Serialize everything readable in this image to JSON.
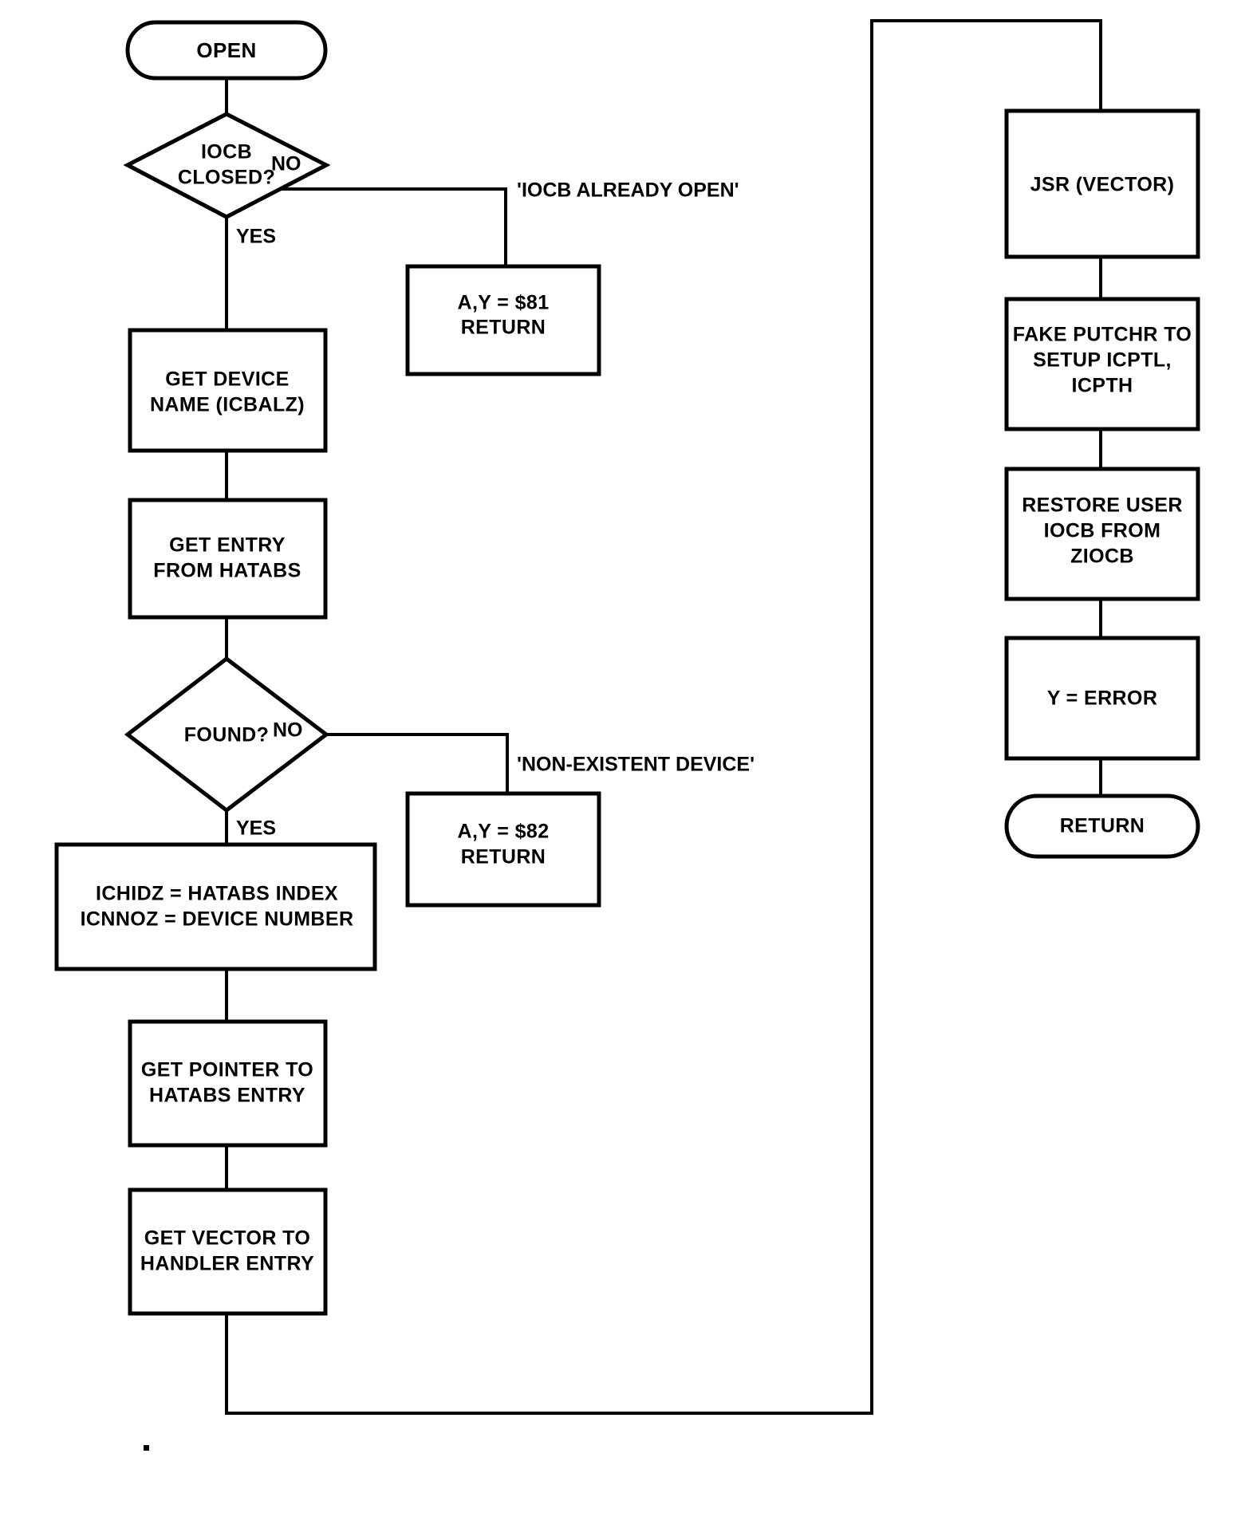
{
  "diagram": {
    "title": "OPEN",
    "type": "flowchart",
    "orientation": "two-column",
    "colors": {
      "stroke": "#000000",
      "fill": "#ffffff",
      "text": "#000000"
    }
  },
  "nodes": {
    "start": {
      "shape": "terminal",
      "label": "OPEN"
    },
    "d1": {
      "shape": "decision",
      "line1": "IOCB",
      "line2": "CLOSED?"
    },
    "err1": {
      "shape": "process",
      "line1": "A,Y =  $81",
      "line2": "RETURN"
    },
    "p1": {
      "shape": "process",
      "line1": "GET DEVICE",
      "line2": "NAME (ICBALZ)"
    },
    "p2": {
      "shape": "process",
      "line1": "GET ENTRY",
      "line2": "FROM HATABS"
    },
    "d2": {
      "shape": "decision",
      "line1": "FOUND?"
    },
    "err2": {
      "shape": "process",
      "line1": "A,Y =  $82",
      "line2": "RETURN"
    },
    "p3": {
      "shape": "process",
      "line1": "ICHIDZ =  HATABS INDEX",
      "line2": "ICNNOZ =  DEVICE NUMBER"
    },
    "p4": {
      "shape": "process",
      "line1": "GET POINTER TO",
      "line2": "HATABS ENTRY"
    },
    "p5": {
      "shape": "process",
      "line1": "GET VECTOR TO",
      "line2": "HANDLER ENTRY"
    },
    "r1": {
      "shape": "process",
      "line1": "JSR (VECTOR)"
    },
    "r2": {
      "shape": "process",
      "line1": "FAKE PUTCHR TO",
      "line2": "SETUP ICPTL,",
      "line3": "ICPTH"
    },
    "r3": {
      "shape": "process",
      "line1": "RESTORE USER",
      "line2": "IOCB FROM",
      "line3": "ZIOCB"
    },
    "r4": {
      "shape": "process",
      "line1": "Y =  ERROR"
    },
    "end": {
      "shape": "terminal",
      "label": "RETURN"
    }
  },
  "edge_labels": {
    "d1_no": "NO",
    "d1_yes": "YES",
    "d2_no": "NO",
    "d2_yes": "YES"
  },
  "annotations": {
    "iocb_already_open": "'IOCB ALREADY OPEN'",
    "non_existent_device": "'NON-EXISTENT DEVICE'"
  }
}
